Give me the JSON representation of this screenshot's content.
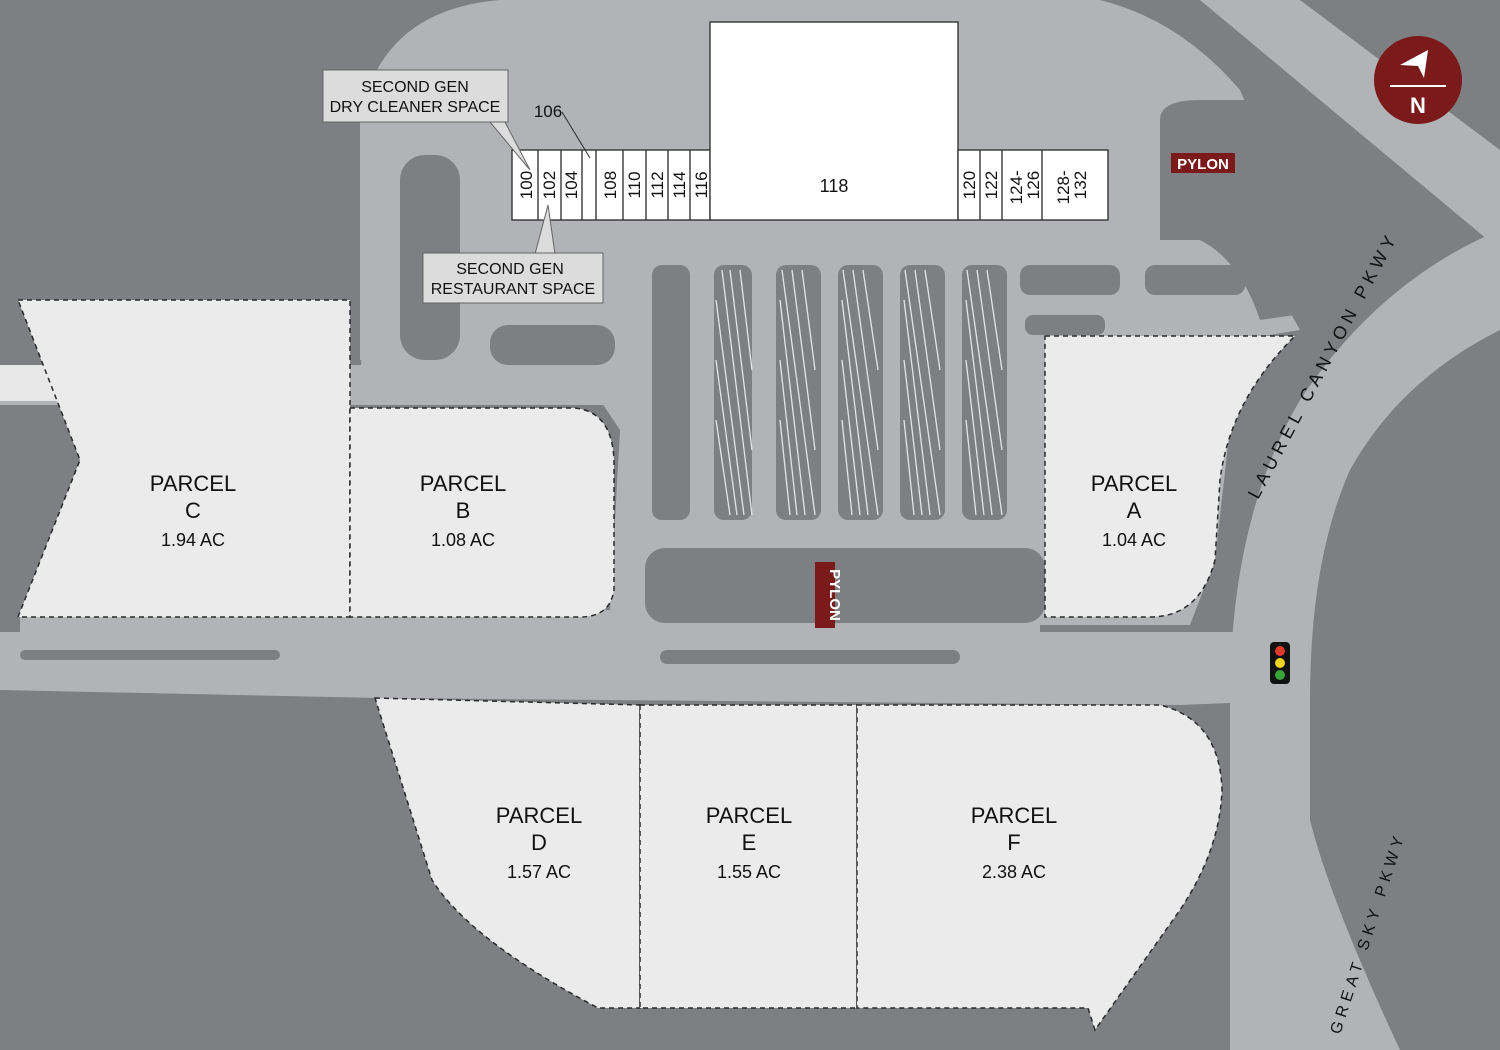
{
  "parcels": [
    {
      "id": "a",
      "name": "PARCEL",
      "letter": "A",
      "area": "1.04 AC"
    },
    {
      "id": "b",
      "name": "PARCEL",
      "letter": "B",
      "area": "1.08 AC"
    },
    {
      "id": "c",
      "name": "PARCEL",
      "letter": "C",
      "area": "1.94 AC"
    },
    {
      "id": "d",
      "name": "PARCEL",
      "letter": "D",
      "area": "1.57 AC"
    },
    {
      "id": "e",
      "name": "PARCEL",
      "letter": "E",
      "area": "1.55 AC"
    },
    {
      "id": "f",
      "name": "PARCEL",
      "letter": "F",
      "area": "2.38 AC"
    }
  ],
  "suites": [
    "100",
    "102",
    "104",
    "106",
    "108",
    "110",
    "112",
    "114",
    "116",
    "118",
    "120",
    "122",
    "124-\n126",
    "128-\n132"
  ],
  "callouts": {
    "dry_cleaner": {
      "line1": "SECOND GEN",
      "line2": "DRY CLEANER SPACE"
    },
    "restaurant": {
      "line1": "SECOND GEN",
      "line2": "RESTAURANT SPACE"
    }
  },
  "pylon_label": "PYLON",
  "roads": {
    "laurel": "LAUREL CANYON PKWY",
    "great_sky": "GREAT SKY PKWY"
  },
  "compass": {
    "label": "N"
  },
  "colors": {
    "background": "#7d7f82",
    "pavement": "#b2b3b6",
    "parcel_fill": "#ebebec",
    "building": "#ffffff",
    "accent": "#7a1a1a",
    "callout_fill": "#dcdcdd"
  }
}
